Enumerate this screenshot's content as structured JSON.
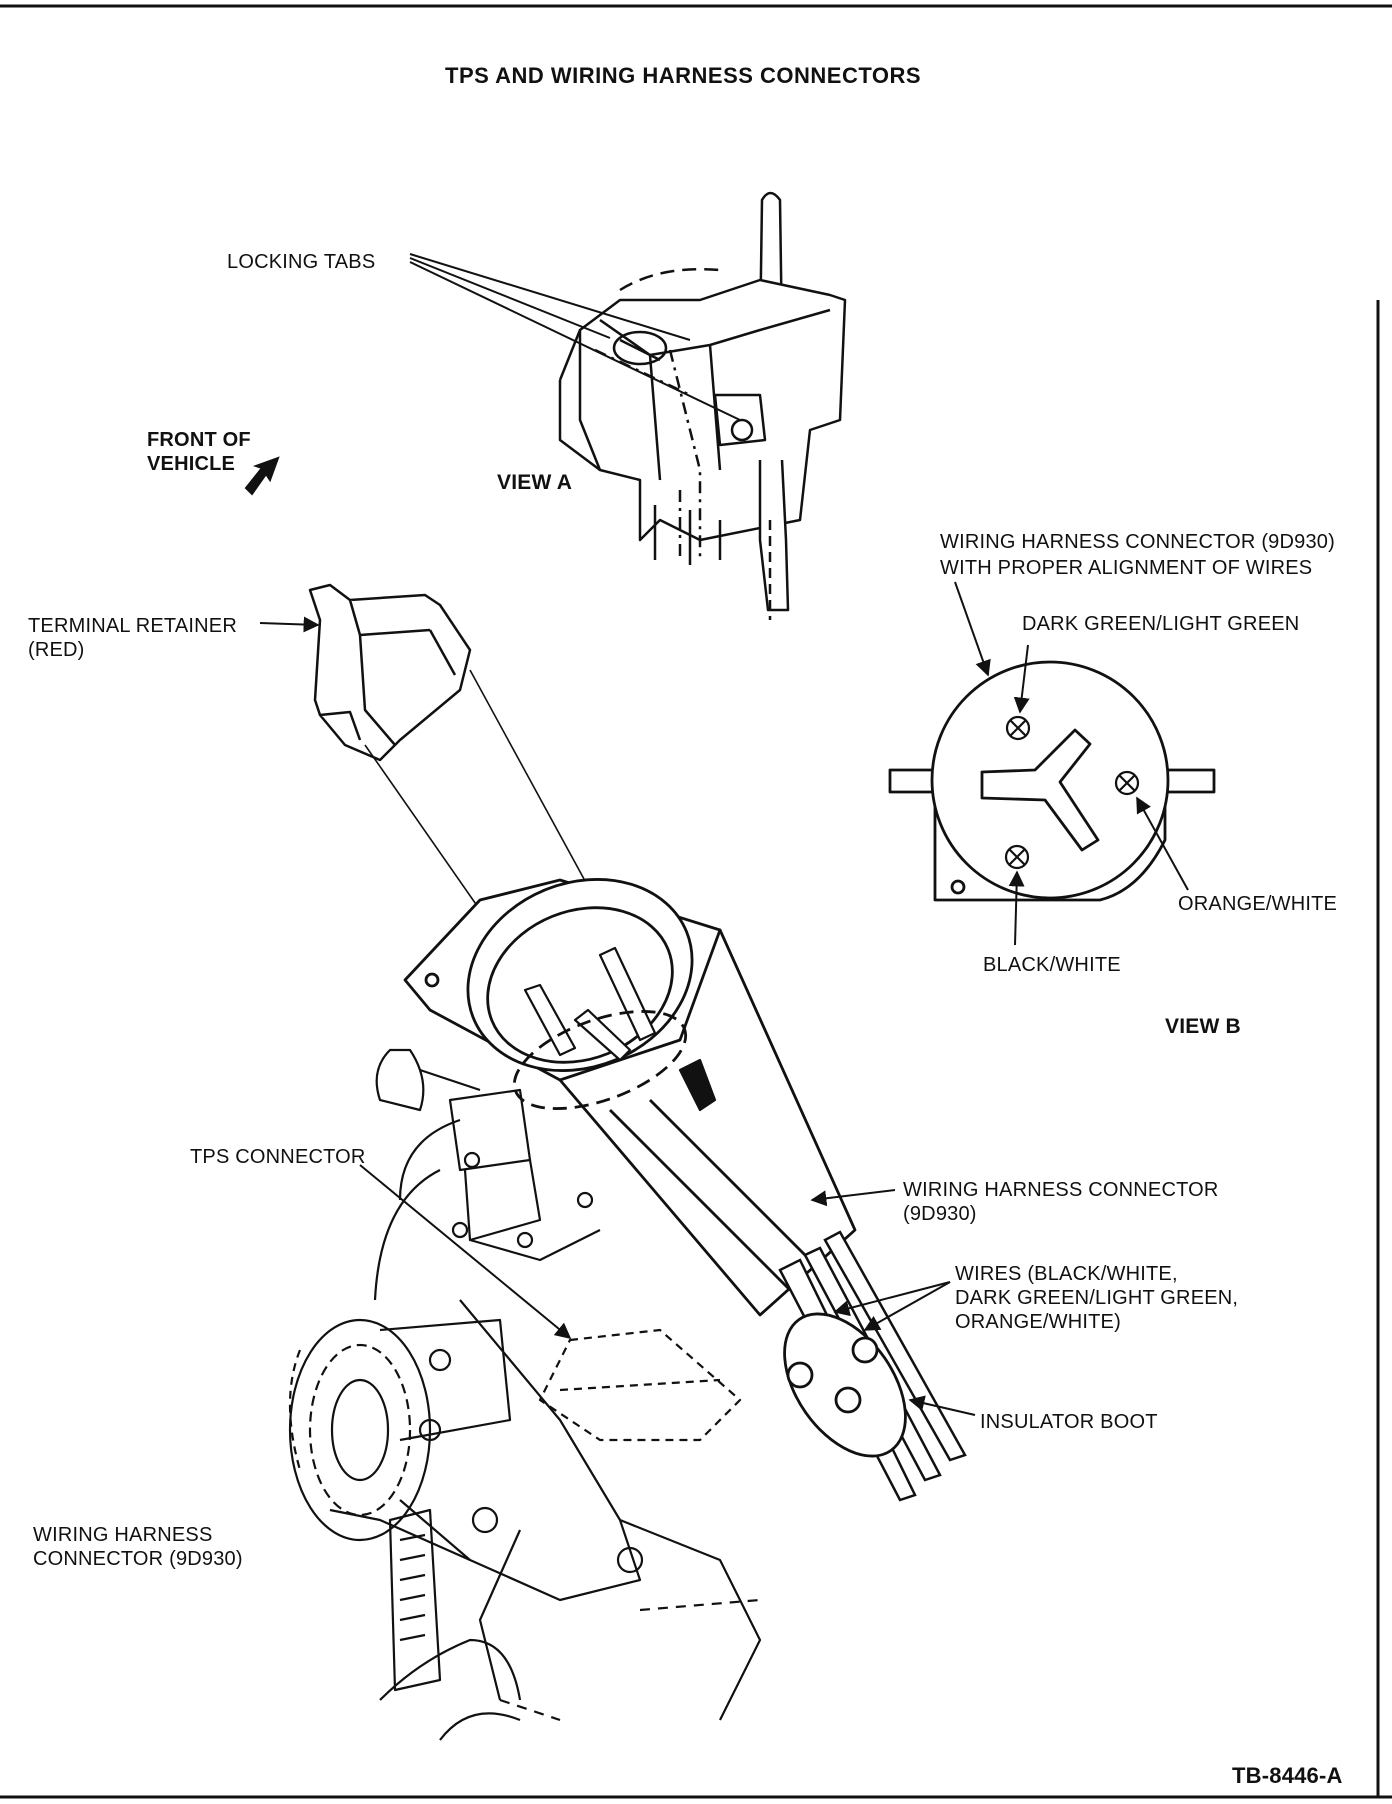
{
  "title": "TPS AND WIRING HARNESS CONNECTORS",
  "figure_code": "TB-8446-A",
  "views": {
    "a": "VIEW A",
    "b": "VIEW B"
  },
  "labels": {
    "locking_tabs": "LOCKING TABS",
    "front_of_vehicle_1": "FRONT OF",
    "front_of_vehicle_2": "VEHICLE",
    "terminal_retainer_1": "TERMINAL RETAINER",
    "terminal_retainer_2": "(RED)",
    "harness_alignment_1": "WIRING HARNESS CONNECTOR (9D930)",
    "harness_alignment_2": "WITH PROPER ALIGNMENT OF WIRES",
    "dark_green": "DARK GREEN/LIGHT GREEN",
    "orange_white": "ORANGE/WHITE",
    "black_white": "BLACK/WHITE",
    "tps_connector": "TPS CONNECTOR",
    "harness_connector_1": "WIRING HARNESS CONNECTOR",
    "harness_connector_2": "(9D930)",
    "wires_1": "WIRES (BLACK/WHITE,",
    "wires_2": "DARK GREEN/LIGHT GREEN,",
    "wires_3": "ORANGE/WHITE)",
    "insulator_boot": "INSULATOR BOOT",
    "bottom_harness_1": "WIRING HARNESS",
    "bottom_harness_2": "CONNECTOR (9D930)"
  }
}
